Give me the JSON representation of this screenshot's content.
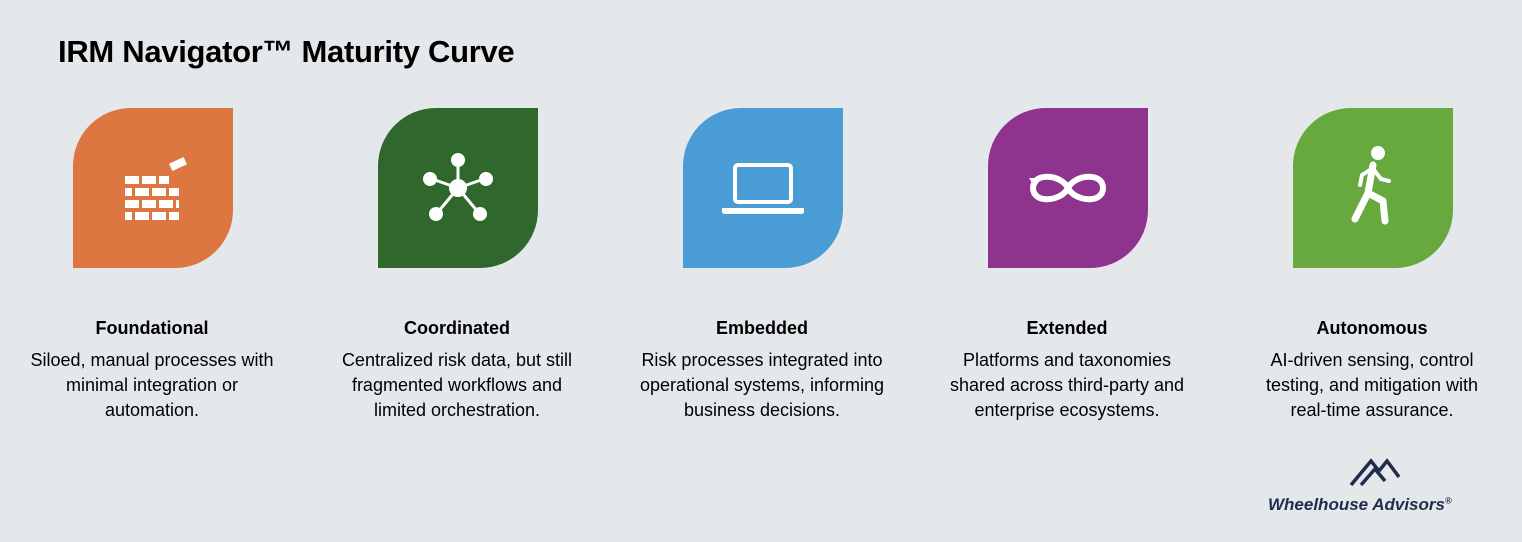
{
  "title": "IRM Navigator™ Maturity Curve",
  "stages": [
    {
      "name": "Foundational",
      "description": "Siloed, manual processes with minimal integration or automation.",
      "icon": "brick-wall-icon",
      "color": "#dd7640"
    },
    {
      "name": "Coordinated",
      "description": "Centralized risk data, but still fragmented workflows and limited orchestration.",
      "icon": "network-hub-icon",
      "color": "#2f672d"
    },
    {
      "name": "Embedded",
      "description": "Risk processes integrated into operational systems, informing business decisions.",
      "icon": "laptop-icon",
      "color": "#4a9dd4"
    },
    {
      "name": "Extended",
      "description": "Platforms and taxonomies shared across third-party and enterprise ecosystems.",
      "icon": "infinity-loop-icon",
      "color": "#8e348f"
    },
    {
      "name": "Autonomous",
      "description": "AI-driven sensing, control testing, and mitigation with real-time assurance.",
      "icon": "walking-person-icon",
      "color": "#67a93f"
    }
  ],
  "brand": {
    "name": "Wheelhouse Advisors",
    "registered": "®",
    "color": "#1f2d4d"
  }
}
